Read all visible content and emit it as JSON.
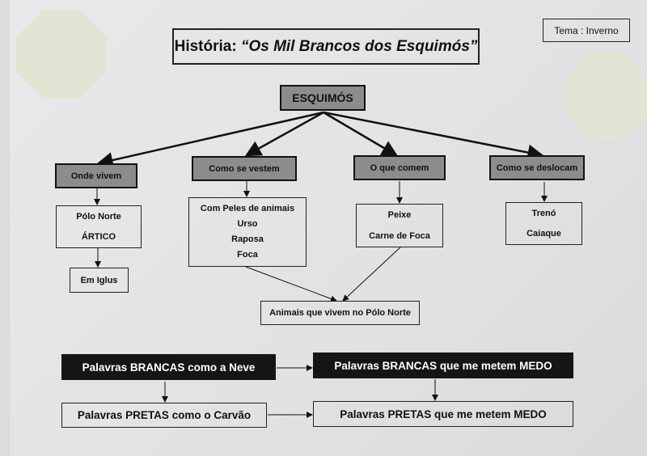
{
  "title": {
    "prefix": "História: ",
    "italic": "“Os Mil Brancos dos Esquimós”"
  },
  "theme": "Tema : Inverno",
  "root": "ESQUIMÓS",
  "categories": [
    "Onde vivem",
    "Como se vestem",
    "O que comem",
    "Como se deslocam"
  ],
  "onde_vivem": {
    "lines": [
      "Pólo Norte",
      "ÁRTICO"
    ],
    "child": "Em Iglus"
  },
  "como_se_vestem": {
    "lines": [
      "Com Peles de animais",
      "Urso",
      "Raposa",
      "Foca"
    ]
  },
  "o_que_comem": {
    "lines": [
      "Peixe",
      "Carne de Foca"
    ]
  },
  "como_se_deslocam": {
    "lines": [
      "Trenó",
      "Caiaque"
    ]
  },
  "animals": "Animais que vivem no Pólo Norte",
  "words": {
    "white_snow": "Palavras BRANCAS como a Neve",
    "white_fear": "Palavras BRANCAS que me metem MEDO",
    "black_coal": "Palavras PRETAS como o Carvão",
    "black_fear": "Palavras PRETAS que me metem MEDO"
  }
}
